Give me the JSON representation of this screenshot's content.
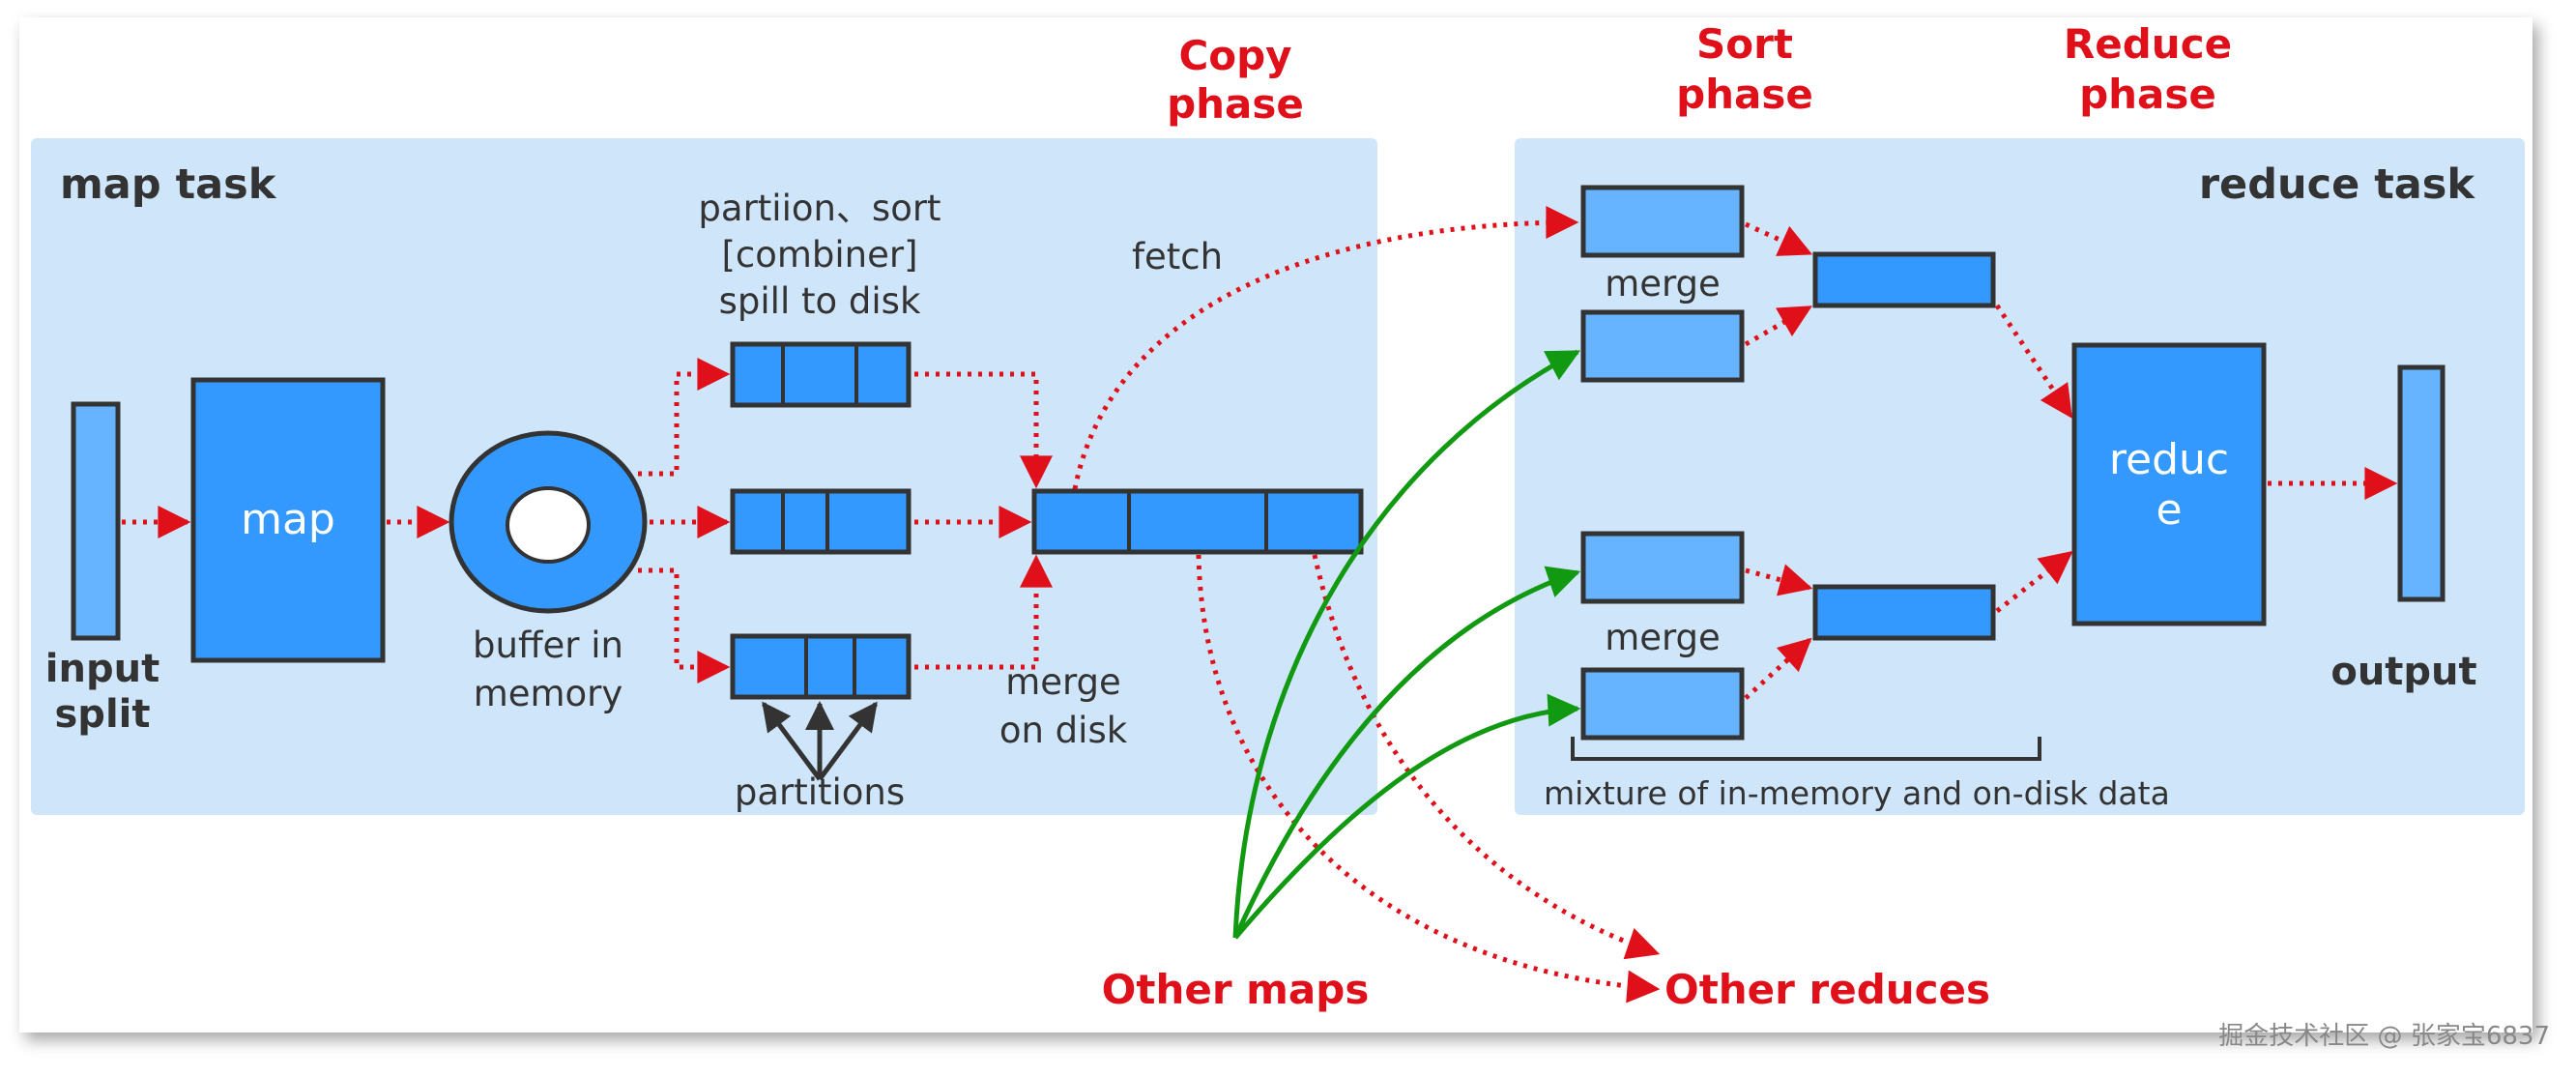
{
  "map_section": {
    "title": "map task",
    "input_split_label": [
      "input",
      "split"
    ],
    "map_label": "map",
    "buffer_label": [
      "buffer in",
      "memory"
    ],
    "spill_label": [
      "partiion、sort",
      "[combiner]",
      "spill to disk"
    ],
    "partitions_label": "partitions",
    "merge_on_disk_label": [
      "merge",
      "on disk"
    ],
    "fetch_label": "fetch"
  },
  "phases": {
    "copy": [
      "Copy",
      "phase"
    ],
    "sort": [
      "Sort",
      "phase"
    ],
    "reduce": [
      "Reduce",
      "phase"
    ]
  },
  "reduce_section": {
    "title": "reduce task",
    "merge_label_top": "merge",
    "merge_label_bottom": "merge",
    "reduce_label": [
      "reduc",
      "e"
    ],
    "output_label": "output",
    "mixture_label": "mixture of in-memory and on-disk data"
  },
  "other_maps_label": "Other maps",
  "other_reduces_label": "Other reduces",
  "watermark": "掘金技术社区 @ 张家宝6837",
  "colors": {
    "panel": "#cfe5fa",
    "block": "#3399ff",
    "block_light": "#66b3ff",
    "stroke": "#333333",
    "red_arrow": "#e0101a",
    "green_arrow": "#119911"
  }
}
